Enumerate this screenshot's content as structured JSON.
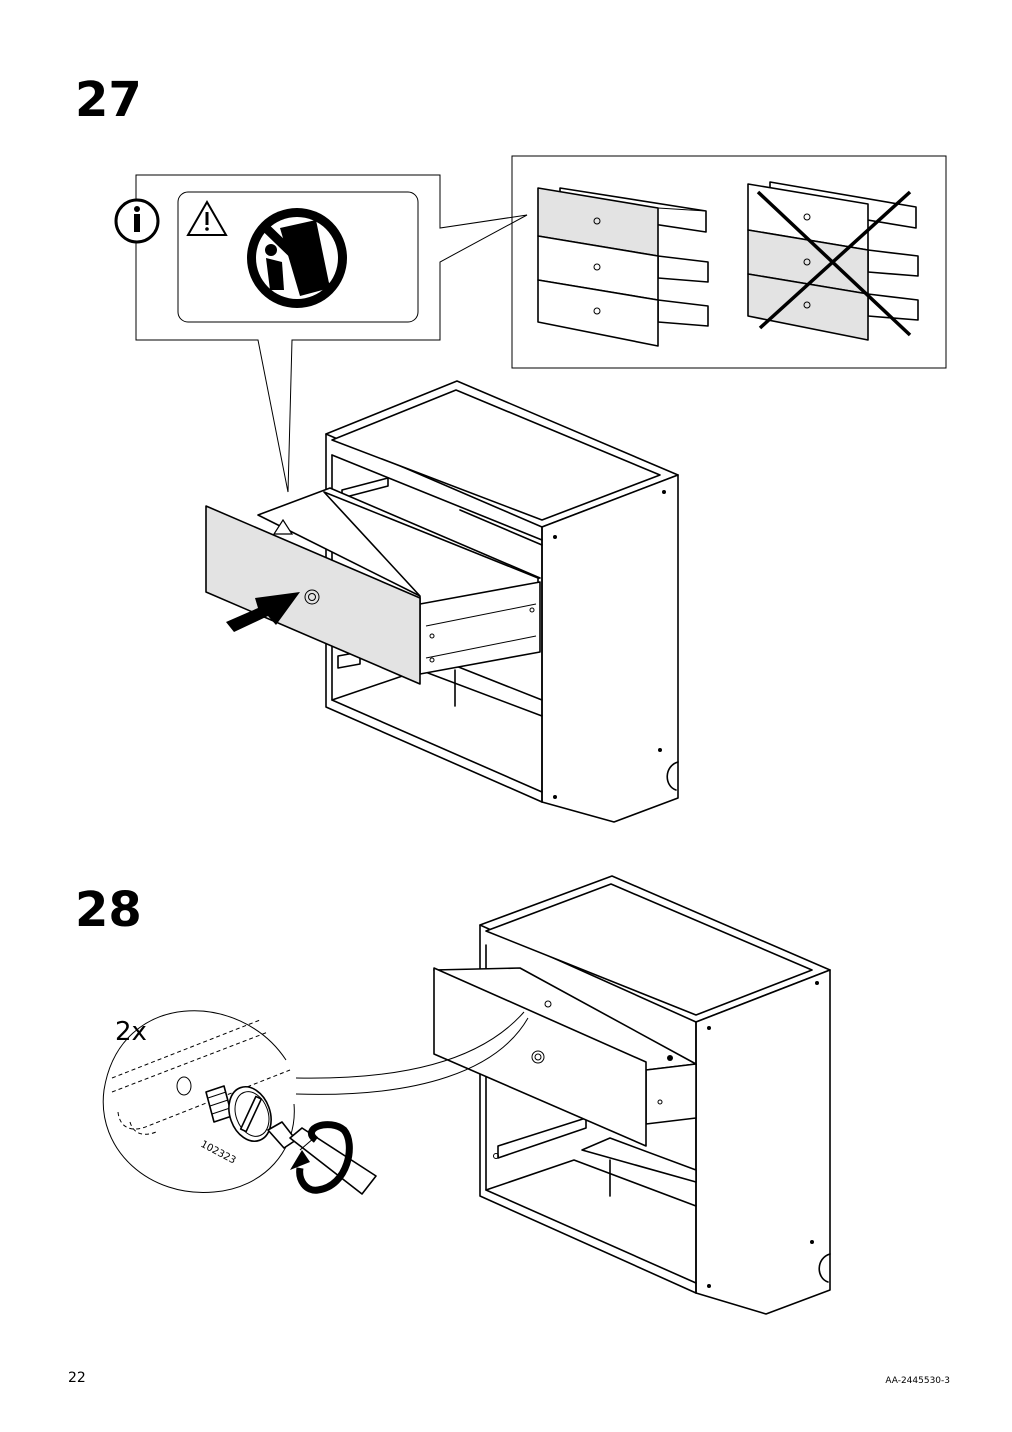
{
  "steps": [
    {
      "number": "27"
    },
    {
      "number": "28"
    }
  ],
  "detail": {
    "quantity": "2x",
    "part_number": "102323"
  },
  "footer": {
    "page_number": "22",
    "document_code": "AA-2445530-3"
  },
  "icons": [
    "info-icon",
    "warning-triangle-icon",
    "no-tipping-icon",
    "push-arrow-icon",
    "rotate-arrow-icon",
    "screwdriver-icon"
  ]
}
